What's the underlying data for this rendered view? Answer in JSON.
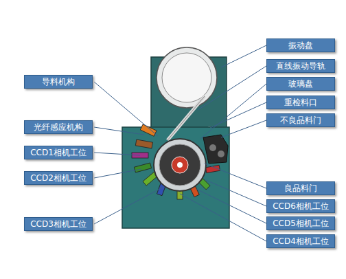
{
  "diagram": {
    "nodes": [
      {
        "text": [
          "振动盘"
        ]
      },
      {
        "text": [
          "直线振动导轨"
        ]
      },
      {
        "text": [
          "导料机构"
        ]
      },
      {
        "text": [
          "玻璃盘"
        ]
      },
      {
        "text": [
          "重检料口"
        ]
      },
      {
        "text": [
          "不良品料门"
        ]
      },
      {
        "text": [
          "光纤感应机构"
        ]
      },
      {
        "text": [
          "CCD1相机工位"
        ]
      },
      {
        "text": [
          "CCD2相机工位"
        ]
      },
      {
        "text": [
          "良品料门"
        ]
      },
      {
        "text": [
          "CCD6相机工位"
        ]
      },
      {
        "text": [
          "CCD3相机工位"
        ]
      },
      {
        "text": [
          "CCD5相机工位"
        ]
      },
      {
        "text": [
          "CCD4相机工位"
        ]
      }
    ]
  }
}
